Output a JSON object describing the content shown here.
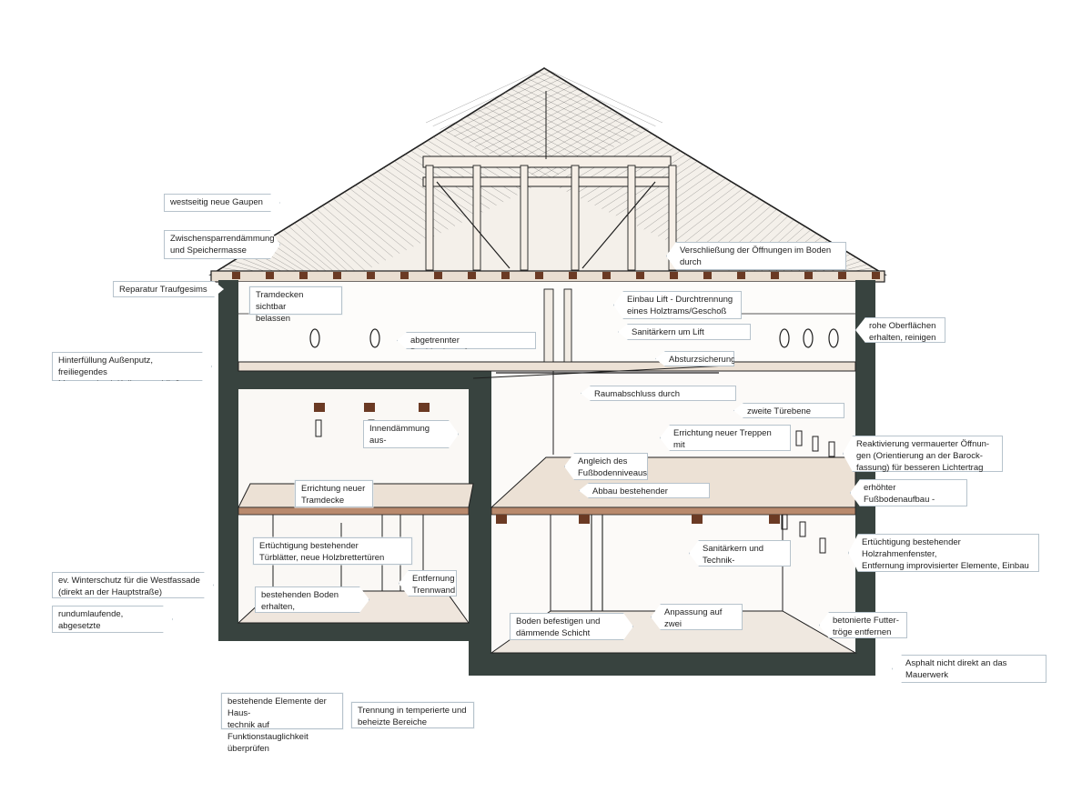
{
  "colors": {
    "wall": "#38433f",
    "floor": "#ece1d5",
    "beam": "#6b3a24",
    "ink": "#1f1f1f",
    "roof": "#f4f0ea",
    "label_border": "#b7c3cc"
  },
  "labels": {
    "westseitig": "westseitig neue Gaupen",
    "zwischensparren": "Zwischensparrendämmung\nund Speichermasse",
    "traufgesims": "Reparatur Traufgesims",
    "tramdecken": "Tramdecken sichtbar\nbelassen",
    "hinterfuellung": "Hinterfüllung Außenputz, freiliegendes\nMauerwerk mit Kalkputz schließen",
    "dachboden": "abgetrennter Dachbodenaufgang",
    "verschliessung": "Verschließung der Öffnungen im Boden durch\nSitzelemente mit Glaseinsatz",
    "lift": "Einbau Lift - Durchtrennung\neines Holztrams/Geschoß",
    "sanitaerkern_lift": "Sanitärkern um Lift angeordnet",
    "absturz": "Absturzsicherung",
    "raumabschluss": "Raumabschluss durch Leichtbauwände",
    "zweite_tuer": "zweite Türebene einbringen",
    "oberflaechen": "rohe Oberflächen\nerhalten, reinigen",
    "innendaemmung": "Innendämmung aus-\ngewählter Bereiche",
    "treppen": "Errichtung neuer Treppen mit\nangenehmer Steigung",
    "reaktivierung": "Reaktivierung vermauerter Öffnun-\ngen (Orientierung an der Barock-\nfassung) für besseren Lichtertrag",
    "angleich": "Angleich des\nFußbodenniveaus",
    "tramdecke_neu": "Errichtung neuer\nTramdecke",
    "holztreppen": "Abbau bestehender Holztreppen",
    "fussboden": "erhöhter Fußbodenaufbau -\nRampe anpassen",
    "tuerblaetter": "Ertüchtigung bestehender\nTürblätter, neue Holzbrettertüren",
    "holzrahmen": "Ertüchtigung bestehender Holzrahmenfenster,\nEntfernung improvisierter Elemente, Einbau\nHolzrahmenfenster bzw. zweiter Fensterebene",
    "sanitaer_technik": "Sanitärkern und Technik-\nraum (Fernwärme)",
    "trennwand": "Entfernung\nTrennwand",
    "winterschutz": "ev. Winterschutz für die Westfassade\n(direkt an der Hauptstraße)",
    "boden_erhalten": "bestehenden Boden erhalten,\nDämmschicht einbringen",
    "drainage": "rundumlaufende, abgesetzte\nDrainage",
    "boden_befestigen": "Boden befestigen und\ndämmende Schicht einbringen",
    "anpassung": "Anpassung auf zwei\nBodenniveaus",
    "futtertroege": "betonierte Futter-\ntröge entfernen",
    "asphalt": "Asphalt nicht direkt an das Mauerwerk\nanschließend, Fallrohre prüfen",
    "haustechnik": "bestehende Elemente der Haus-\ntechnik auf Funktionstauglichkeit\nüberprüfen",
    "trennung": "Trennung in temperierte und\nbeheizte Bereiche"
  }
}
